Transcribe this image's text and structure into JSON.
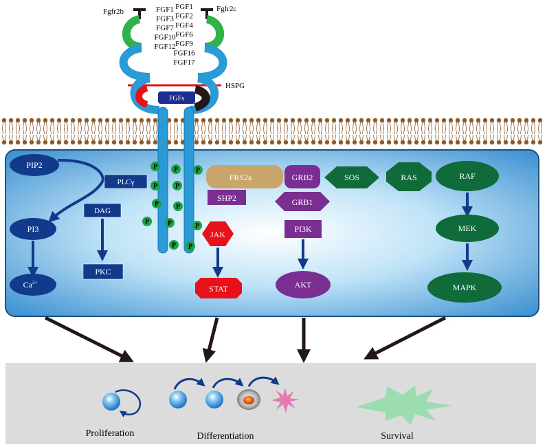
{
  "receptors": {
    "left_name": "Fgfr2b",
    "right_name": "Fgfr2c",
    "left_ligands": [
      "FGF1",
      "FGF3",
      "FGF7",
      "FGF10",
      "FGF12"
    ],
    "right_ligands": [
      "FGF1",
      "FGF2",
      "FGF4",
      "FGF6",
      "FGF9",
      "FGF16",
      "FGF17"
    ],
    "hspg_label": "HSPG",
    "fgfs_label": "FGFs",
    "phospho_label": "P"
  },
  "pathway": {
    "pip2": "PIP2",
    "plcg": "PLCγ",
    "dag": "DAG",
    "pi3": "PI3",
    "pkc": "PKC",
    "ca": "Ca",
    "ca_sup": "2+",
    "frs2a": "FRS2a",
    "shp2": "SHP2",
    "grb2": "GRB2",
    "grb1": "GRB1",
    "sos": "SOS",
    "ras": "RAS",
    "raf": "RAF",
    "mek": "MEK",
    "mapk": "MAPK",
    "jak": "JAK",
    "stat": "STAT",
    "pi3k": "PI3K",
    "akt": "AKT"
  },
  "outcomes": {
    "proliferation": "Proliferation",
    "differentiation": "Differentiation",
    "survival": "Survival"
  },
  "colors": {
    "navy": "#123a8a",
    "green": "#0f6b3a",
    "purple": "#7b2e92",
    "tan": "#c9a46b",
    "red": "#e8101a",
    "cell_blue": "#5fb3e8",
    "receptor_blue": "#2b9bd8",
    "ligand_green": "#2fb24a"
  }
}
